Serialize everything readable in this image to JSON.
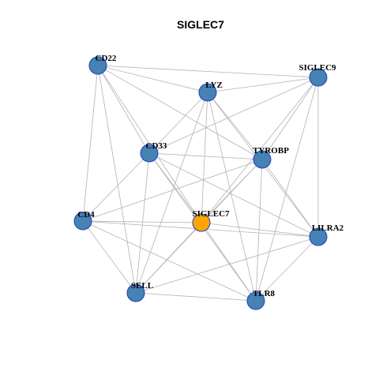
{
  "title": "SIGLEC7",
  "colors": {
    "node": "#4682b4",
    "hub": "#ffa500",
    "node_border": "#1f3fbf",
    "edge": "#b3b3b3"
  },
  "nodes": [
    {
      "id": "SIGLEC7",
      "label": "SIGLEC7",
      "hub": true
    },
    {
      "id": "CD22",
      "label": "CD22"
    },
    {
      "id": "LYZ",
      "label": "LYZ"
    },
    {
      "id": "SIGLEC9",
      "label": "SIGLEC9"
    },
    {
      "id": "CD33",
      "label": "CD33"
    },
    {
      "id": "TYROBP",
      "label": "TYROBP"
    },
    {
      "id": "CD4",
      "label": "CD4"
    },
    {
      "id": "LILRA2",
      "label": "LILRA2"
    },
    {
      "id": "SELL",
      "label": "SELL"
    },
    {
      "id": "TLR8",
      "label": "TLR8"
    }
  ],
  "edges": [
    [
      "CD22",
      "LYZ"
    ],
    [
      "CD22",
      "SIGLEC9"
    ],
    [
      "CD22",
      "CD33"
    ],
    [
      "CD22",
      "TYROBP"
    ],
    [
      "CD22",
      "SIGLEC7"
    ],
    [
      "CD22",
      "CD4"
    ],
    [
      "CD22",
      "SELL"
    ],
    [
      "LYZ",
      "SIGLEC9"
    ],
    [
      "LYZ",
      "CD33"
    ],
    [
      "LYZ",
      "TYROBP"
    ],
    [
      "LYZ",
      "SIGLEC7"
    ],
    [
      "LYZ",
      "SELL"
    ],
    [
      "LYZ",
      "TLR8"
    ],
    [
      "LYZ",
      "LILRA2"
    ],
    [
      "SIGLEC9",
      "CD33"
    ],
    [
      "SIGLEC9",
      "TYROBP"
    ],
    [
      "SIGLEC9",
      "SIGLEC7"
    ],
    [
      "SIGLEC9",
      "LILRA2"
    ],
    [
      "SIGLEC9",
      "TLR8"
    ],
    [
      "CD33",
      "TYROBP"
    ],
    [
      "CD33",
      "CD4"
    ],
    [
      "CD33",
      "SIGLEC7"
    ],
    [
      "CD33",
      "SELL"
    ],
    [
      "CD33",
      "TLR8"
    ],
    [
      "CD33",
      "LILRA2"
    ],
    [
      "TYROBP",
      "CD4"
    ],
    [
      "TYROBP",
      "SIGLEC7"
    ],
    [
      "TYROBP",
      "SELL"
    ],
    [
      "TYROBP",
      "TLR8"
    ],
    [
      "TYROBP",
      "LILRA2"
    ],
    [
      "CD4",
      "SIGLEC7"
    ],
    [
      "CD4",
      "LILRA2"
    ],
    [
      "CD4",
      "SELL"
    ],
    [
      "CD4",
      "TLR8"
    ],
    [
      "SIGLEC7",
      "SELL"
    ],
    [
      "SIGLEC7",
      "TLR8"
    ],
    [
      "SIGLEC7",
      "LILRA2"
    ],
    [
      "SELL",
      "TLR8"
    ],
    [
      "SELL",
      "LILRA2"
    ],
    [
      "TLR8",
      "LILRA2"
    ]
  ]
}
